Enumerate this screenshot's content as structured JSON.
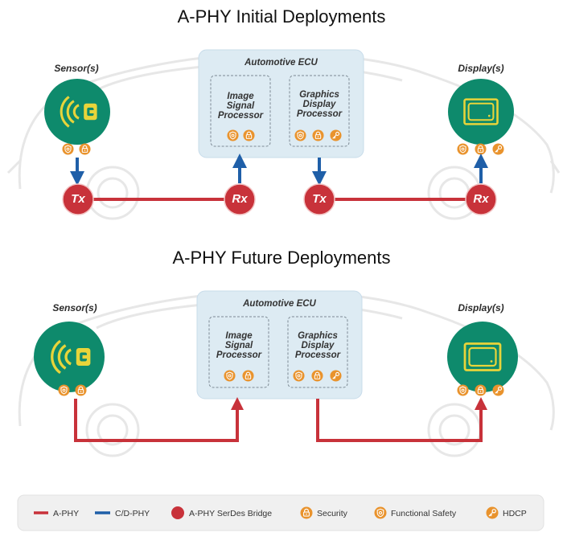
{
  "top": {
    "title": "A-PHY Initial Deployments",
    "sensor_label": "Sensor(s)",
    "display_label": "Display(s)",
    "ecu_label": "Automotive ECU",
    "isp_lines": [
      "Image",
      "Signal",
      "Processor"
    ],
    "gdp_lines": [
      "Graphics",
      "Display",
      "Processor"
    ],
    "nodes": [
      "Tx",
      "Rx",
      "Tx",
      "Rx"
    ]
  },
  "bottom": {
    "title": "A-PHY Future Deployments",
    "sensor_label": "Sensor(s)",
    "display_label": "Display(s)",
    "ecu_label": "Automotive ECU",
    "isp_lines": [
      "Image",
      "Signal",
      "Processor"
    ],
    "gdp_lines": [
      "Graphics",
      "Display",
      "Processor"
    ]
  },
  "legend": {
    "aphy": "A-PHY",
    "cdphy": "C/D-PHY",
    "bridge": "A-PHY SerDes Bridge",
    "security": "Security",
    "safety": "Functional Safety",
    "hdcp": "HDCP"
  },
  "colors": {
    "aphy_red": "#c8323a",
    "cdphy_blue": "#1f5fa8",
    "sensor_teal": "#0e8a6c",
    "badge_orange": "#e9932d",
    "ecu_fill": "#ddebf3"
  },
  "icons": [
    "security-icon",
    "functional-safety-icon",
    "hdcp-icon",
    "sensor-icon",
    "display-icon"
  ]
}
